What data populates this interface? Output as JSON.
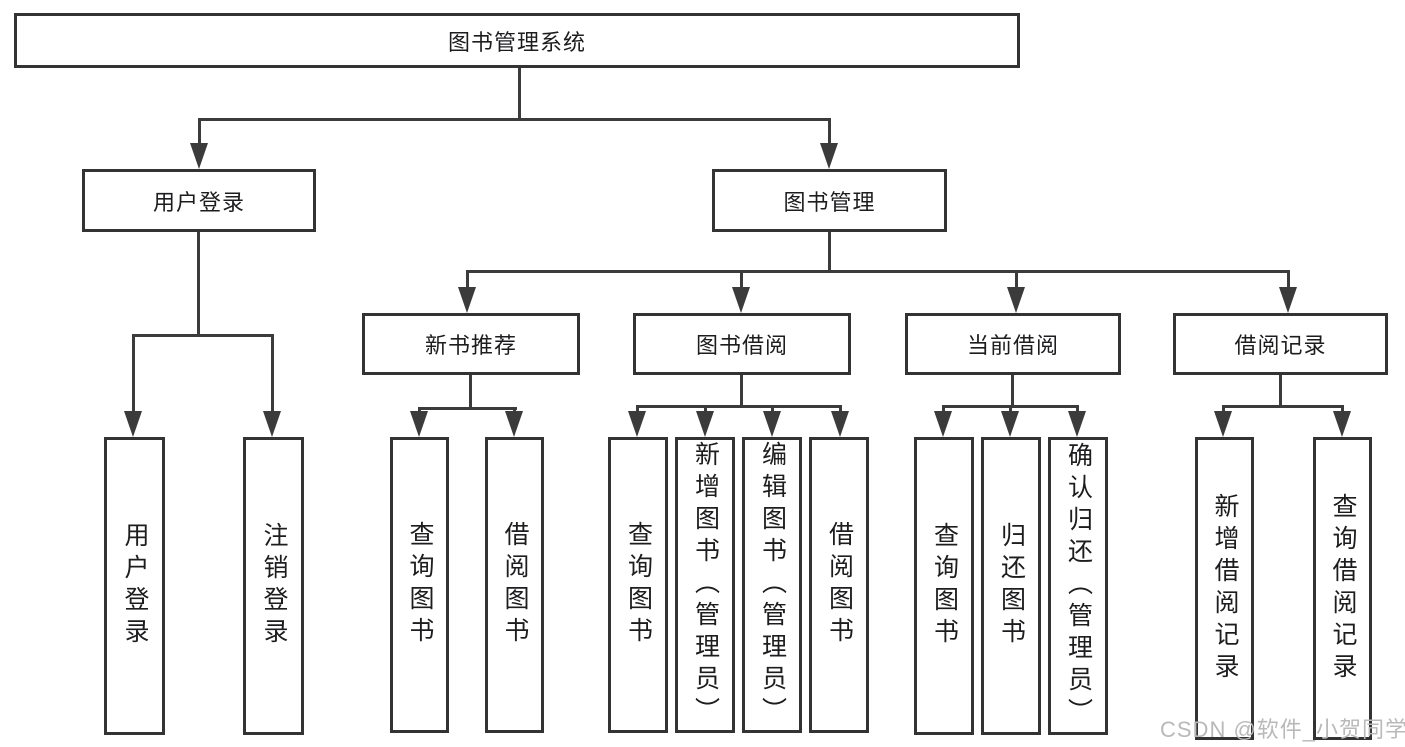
{
  "watermark": {
    "text": "CSDN @软件_小贺同学",
    "color": "#b9b9b9"
  },
  "colors": {
    "line": "#3b3b3b",
    "box_border": "#333333",
    "text": "#1d1d1f",
    "watermark": "#b9b9b9",
    "background": "#ffffff"
  },
  "tree": {
    "root": {
      "label": "图书管理系统"
    },
    "branches": [
      {
        "label": "用户登录",
        "children": [
          {
            "label": "用户登录"
          },
          {
            "label": "注销登录"
          }
        ]
      },
      {
        "label": "图书管理",
        "children": [
          {
            "label": "新书推荐",
            "children": [
              {
                "label": "查询图书"
              },
              {
                "label": "借阅图书"
              }
            ]
          },
          {
            "label": "图书借阅",
            "children": [
              {
                "label": "查询图书"
              },
              {
                "label": "新增图书（管理员）"
              },
              {
                "label": "编辑图书（管理员）"
              },
              {
                "label": "借阅图书"
              }
            ]
          },
          {
            "label": "当前借阅",
            "children": [
              {
                "label": "查询图书"
              },
              {
                "label": "归还图书"
              },
              {
                "label": "确认归还（管理员）"
              }
            ]
          },
          {
            "label": "借阅记录",
            "children": [
              {
                "label": "新增借阅记录"
              },
              {
                "label": "查询借阅记录"
              }
            ]
          }
        ]
      }
    ]
  }
}
